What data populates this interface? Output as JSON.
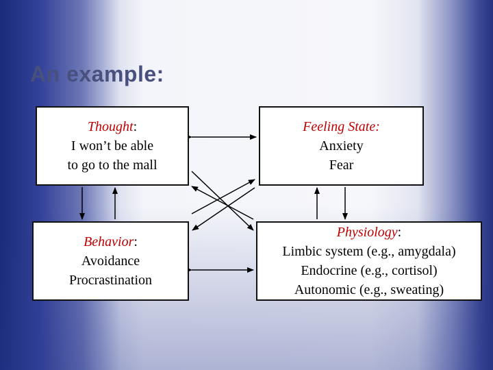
{
  "slide": {
    "title": "An example:"
  },
  "boxes": {
    "thought": {
      "heading": "Thought",
      "colon": ":",
      "lines": [
        "I won’t be able",
        "to go to the mall"
      ]
    },
    "feeling": {
      "heading": "Feeling State:",
      "colon": "",
      "lines": [
        "Anxiety",
        "Fear"
      ]
    },
    "behavior": {
      "heading": "Behavior",
      "colon": ":",
      "lines": [
        "Avoidance",
        "Procrastination"
      ]
    },
    "physiology": {
      "heading": "Physiology",
      "colon": ":",
      "lines": [
        "Limbic system (e.g., amygdala)",
        "Endocrine (e.g., cortisol)",
        "Autonomic (e.g., sweating)"
      ]
    }
  },
  "colors": {
    "heading": "#c00000",
    "title": "#48507e",
    "arrow": "#000000"
  }
}
